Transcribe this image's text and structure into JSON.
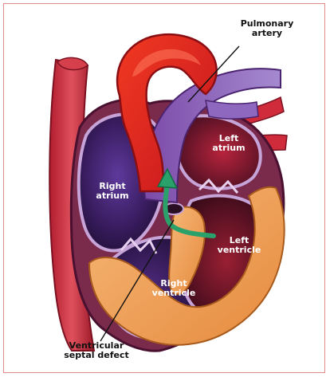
{
  "diagram": {
    "labels": {
      "pulmonary_artery": "Pulmonary\nartery",
      "left_atrium": "Left\natrium",
      "right_atrium": "Right\natrium",
      "left_ventricle": "Left\nventricle",
      "right_ventricle": "Right\nventricle",
      "ventricular_septal_defect": "Ventricular\nseptal defect"
    },
    "colors": {
      "aorta_red": "#e4231f",
      "vein_red": "#d0303e",
      "deoxygenated_purple": "#6a3a92",
      "chamber_dark": "#3d1b4f",
      "myocardium_orange": "#f0a35a",
      "septum_lavender": "#c7a4d8",
      "shunt_arrow_green": "#2aa16a",
      "frame_border": "#e58a8a"
    }
  }
}
